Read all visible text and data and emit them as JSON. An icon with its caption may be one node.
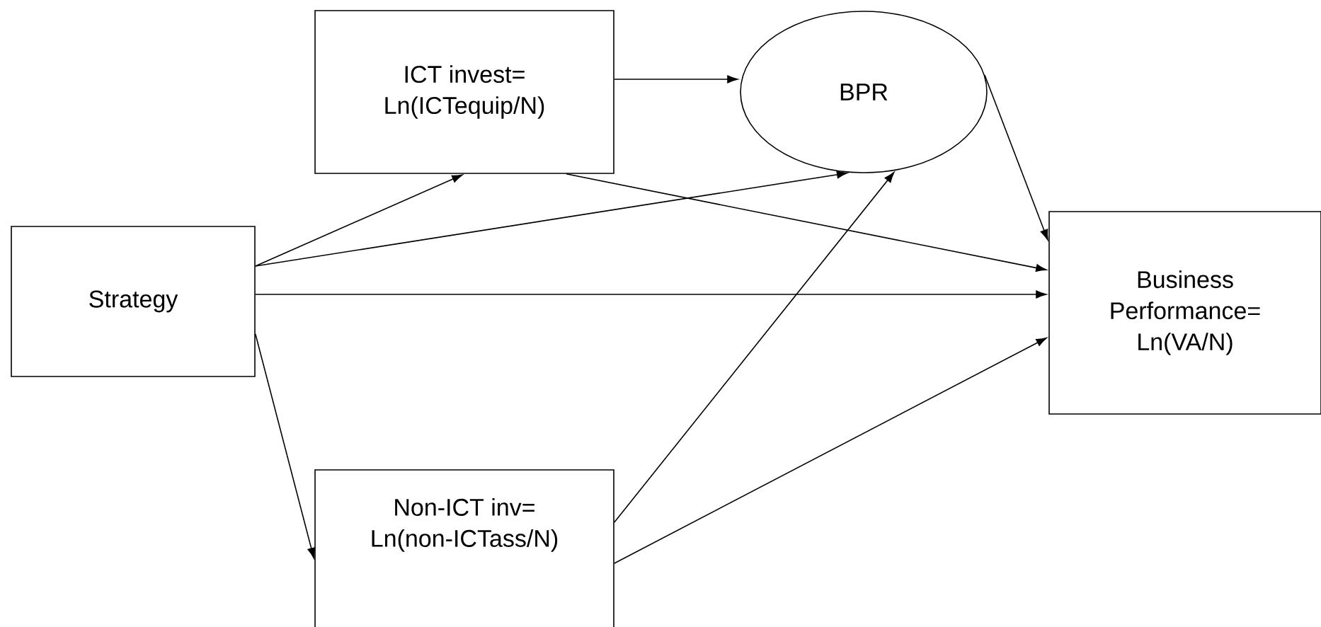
{
  "diagram": {
    "nodes": [
      {
        "text": [
          "Strategy"
        ]
      },
      {
        "text": [
          "ICT invest= Ln(ICTequip/N)"
        ]
      },
      {
        "text": [
          "BPR"
        ]
      },
      {
        "text": [
          "Business Performance= Ln(VA/N)"
        ]
      },
      {
        "text": [
          "Non-ICT inv= Ln(non-ICTass/N)"
        ]
      }
    ],
    "edges": [
      {
        "from": 0,
        "to": 1,
        "arrow": "to"
      },
      {
        "from": 0,
        "to": 2,
        "arrow": "to"
      },
      {
        "from": 1,
        "to": 2,
        "arrow": "to"
      },
      {
        "from": 1,
        "to": 3,
        "arrow": "to"
      },
      {
        "from": 2,
        "to": 3,
        "arrow": "to"
      },
      {
        "from": 0,
        "to": 3,
        "arrow": "to"
      },
      {
        "from": 0,
        "to": 4,
        "arrow": "to"
      },
      {
        "from": 4,
        "to": 2,
        "arrow": "to"
      },
      {
        "from": 4,
        "to": 3,
        "arrow": "to"
      }
    ]
  }
}
